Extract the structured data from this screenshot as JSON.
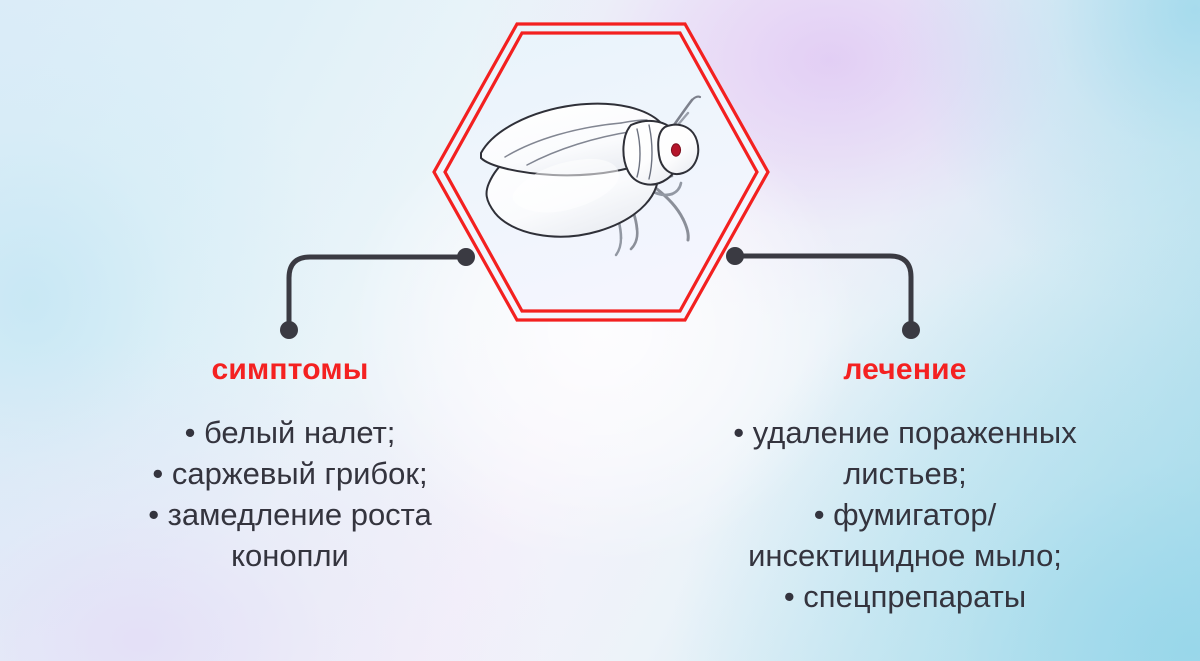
{
  "poster": {
    "background_colors": {
      "top_left": "#dcecf8",
      "top_right": "#a7dbeb",
      "bottom_left": "#eeecf8",
      "bottom_right": "#a9dcea",
      "violet_glow": "#ded0f3",
      "center_white": "#ffffff"
    },
    "accent_color": "#f42121",
    "text_color": "#34343e",
    "connector_color": "#3a3a42"
  },
  "badge": {
    "shape": "hexagon",
    "border_color": "#f32020",
    "border_style": "double-line",
    "fill_top": "#eaf4fb",
    "fill_bottom": "#f2f5fd",
    "illustration": "whitefly-insect",
    "illustration_eye_color": "#b5152b"
  },
  "connectors": {
    "left": {
      "dot_start": "hexagon-edge",
      "dot_end": "symptoms-column"
    },
    "right": {
      "dot_start": "hexagon-edge",
      "dot_end": "treatment-column"
    }
  },
  "columns": {
    "symptoms": {
      "heading": "симптомы",
      "items": [
        "• белый налет;",
        "• саржевый грибок;",
        "• замедление роста",
        "конопли"
      ]
    },
    "treatment": {
      "heading": "лечение",
      "items": [
        "• удаление пораженных",
        "листьев;",
        "• фумигатор/",
        "инсектицидное мыло;",
        "• спецпрепараты"
      ]
    }
  }
}
